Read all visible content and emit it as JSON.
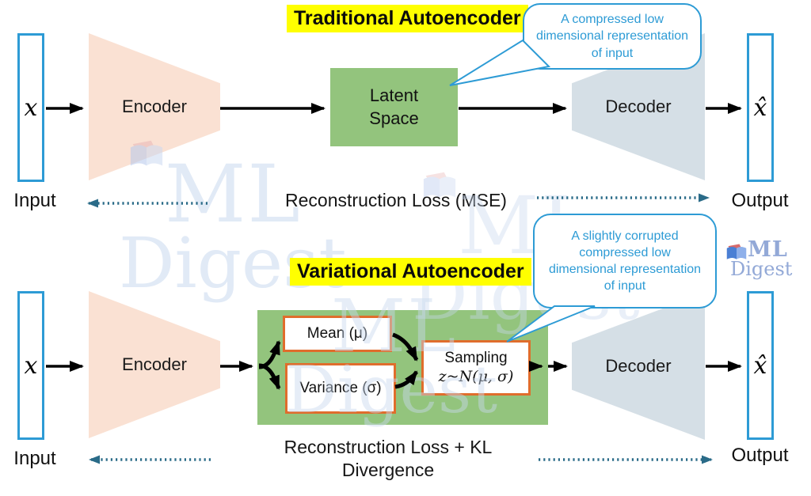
{
  "top": {
    "title": "Traditional Autoencoder",
    "callout": "A compressed low dimensional representation of input",
    "input_symbol": "x",
    "input_label": "Input",
    "encoder_label": "Encoder",
    "latent_label": "Latent Space",
    "decoder_label": "Decoder",
    "output_symbol": "x̂",
    "output_label": "Output",
    "loss_label": "Reconstruction Loss (MSE)"
  },
  "bottom": {
    "title": "Variational Autoencoder",
    "callout": "A slightly corrupted compressed low dimensional representation of input",
    "input_symbol": "x",
    "input_label": "Input",
    "encoder_label": "Encoder",
    "mean_label": "Mean (μ)",
    "variance_label": "Variance (σ)",
    "sampling_label": "Sampling",
    "sampling_formula": "z~N(μ, σ)",
    "decoder_label": "Decoder",
    "output_symbol": "x̂",
    "output_label": "Output",
    "loss_label": "Reconstruction Loss + KL Divergence"
  },
  "logo": {
    "ml": "ML",
    "digest": "Digest"
  },
  "watermark": {
    "ml": "ML",
    "digest": "Digest"
  },
  "colors": {
    "highlight_yellow": "#FFFF00",
    "latent_green": "#93C47D",
    "encoder_peach": "#FAE1D3",
    "decoder_bluegray": "#D5DFE6",
    "callout_blue": "#2D9BD5",
    "box_border_blue": "#2D9BD5",
    "inner_box_orange": "#E06D2C",
    "dotted_teal": "#2A6B88",
    "logo_blue": "#93A9D7"
  }
}
